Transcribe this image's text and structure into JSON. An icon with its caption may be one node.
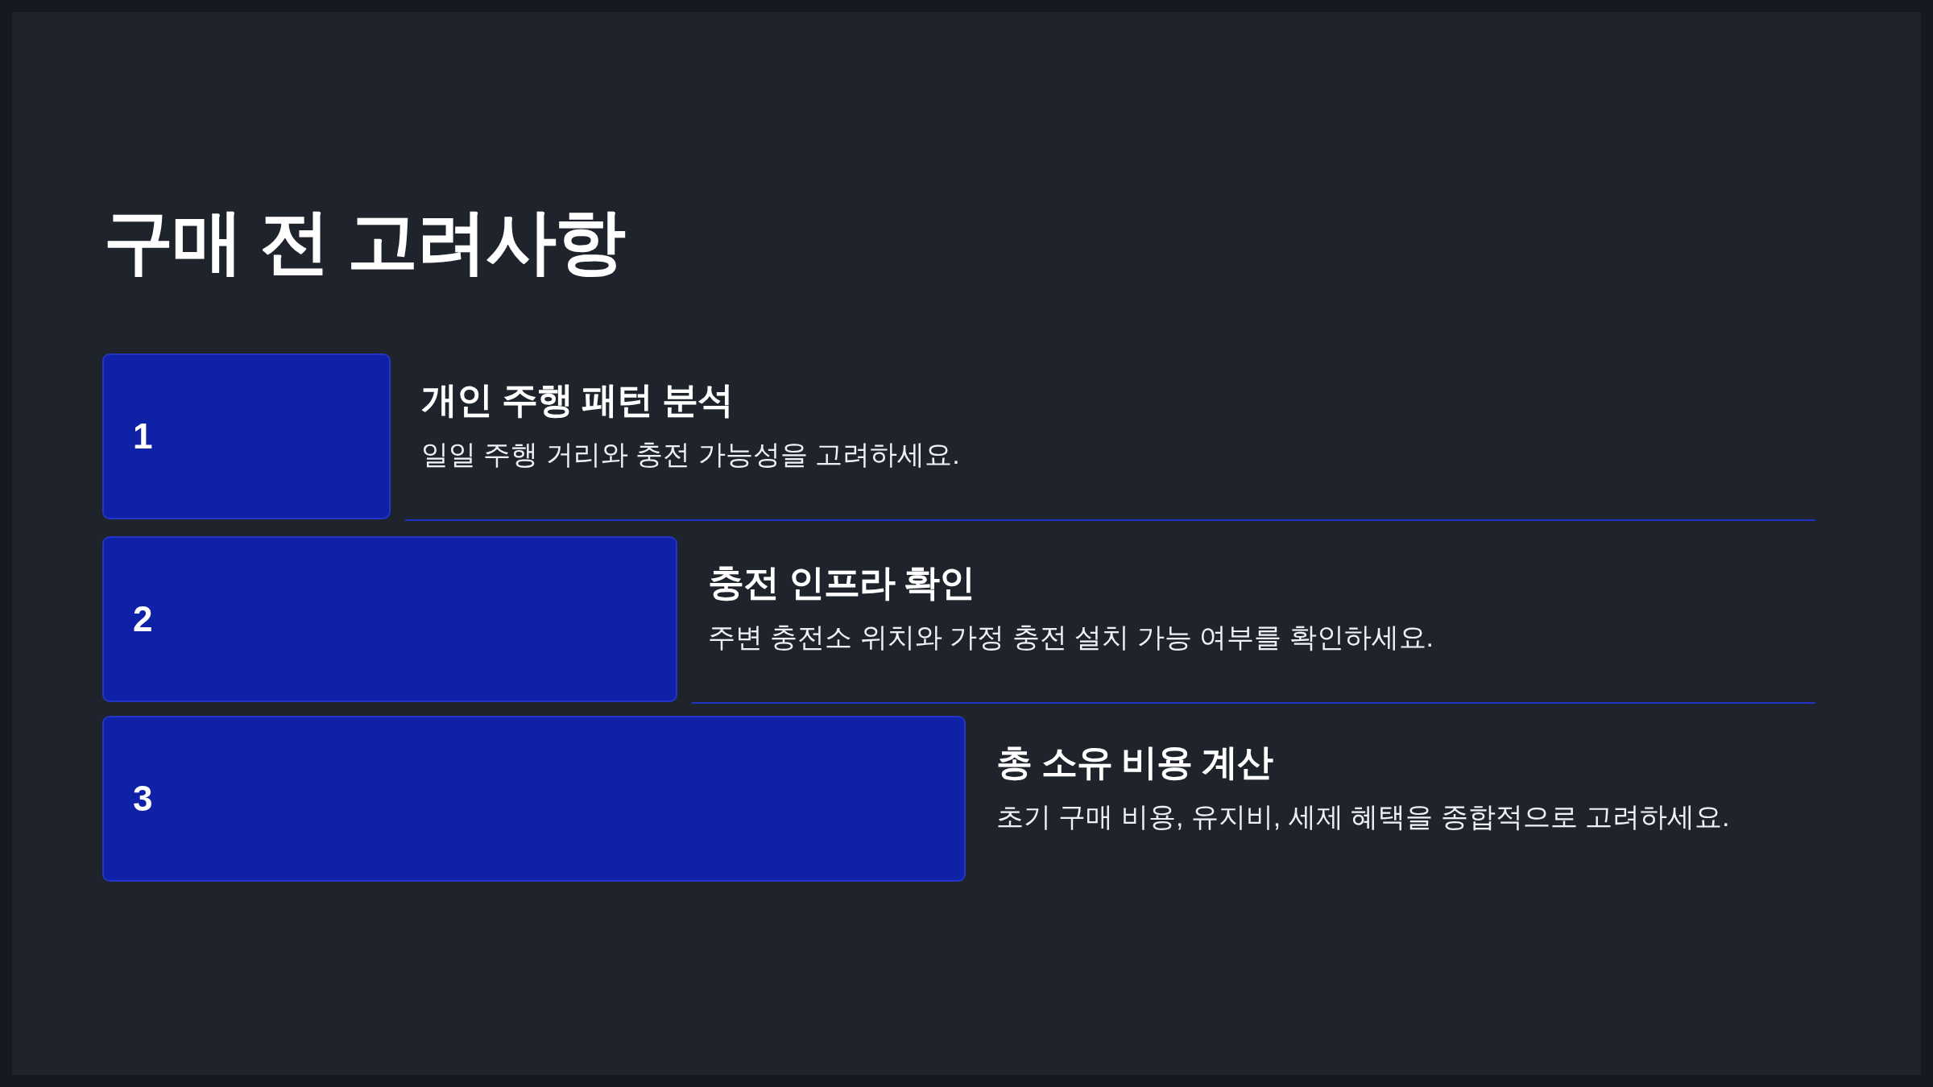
{
  "diagram": {
    "title": "구매 전 고려사항",
    "nodes": [
      {
        "text": [
          "1"
        ],
        "beside": [
          "개인 주행 패턴 분석",
          "일일 주행 거리와 충전 가능성을 고려하세요."
        ]
      },
      {
        "text": [
          "2"
        ],
        "beside": [
          "충전 인프라 확인",
          "주변 충전소 위치와 가정 충전 설치 가능 여부를 확인하세요."
        ]
      },
      {
        "text": [
          "3"
        ],
        "beside": [
          "총 소유 비용 계산",
          "초기 구매 비용, 유지비, 세제 혜택을 종합적으로 고려하세요."
        ]
      }
    ]
  }
}
